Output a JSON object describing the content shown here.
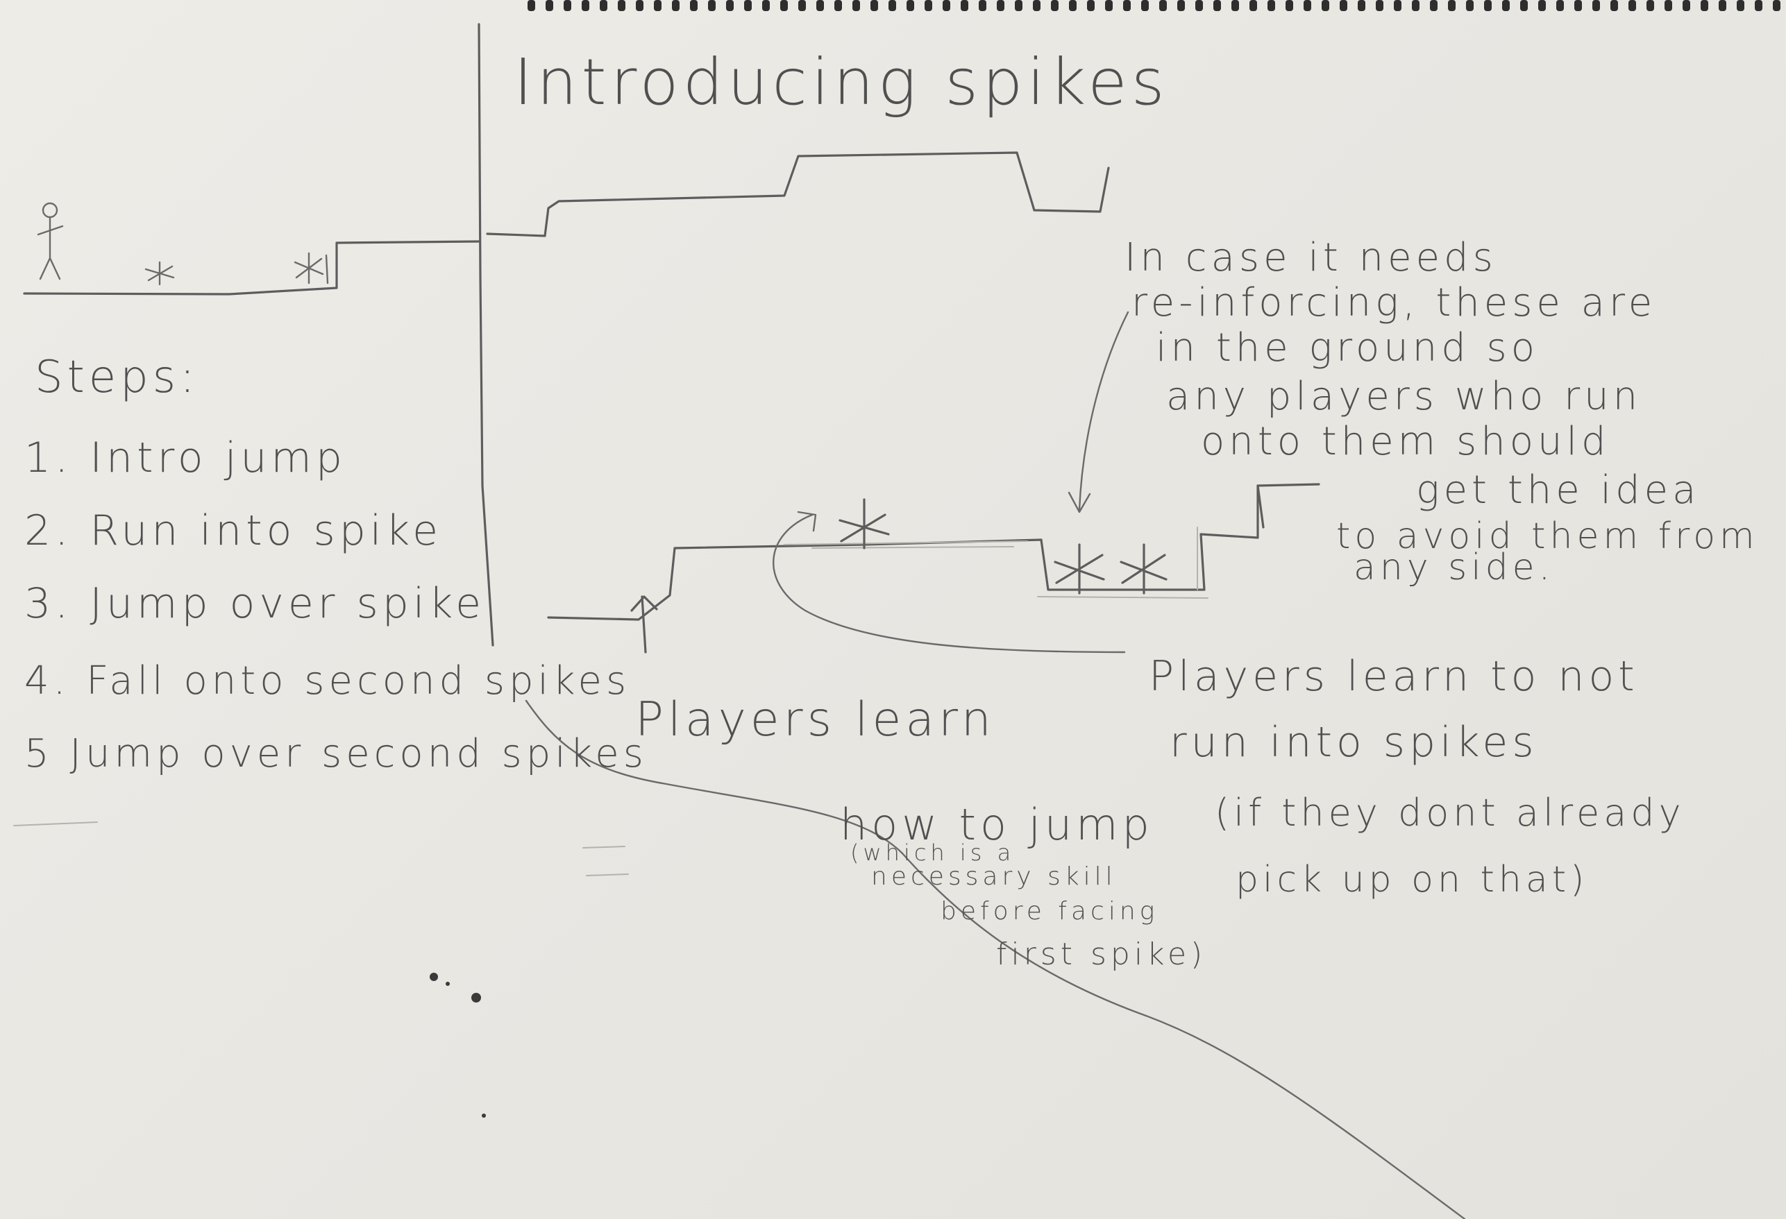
{
  "title": "Introducing spikes",
  "steps": {
    "heading": "Steps:",
    "items": [
      "1. Intro jump",
      "2. Run into spike",
      "3. Jump over spike",
      "4. Fall onto second spikes",
      "5 Jump over second spikes"
    ]
  },
  "annotations": {
    "reinforcing_note": [
      "In case it needs",
      "re-inforcing, these are",
      "in the ground so",
      "any players who run",
      "onto them should",
      "get the idea",
      "to avoid them from",
      "any side."
    ],
    "learn_jump": {
      "main": [
        "Players learn",
        "how to jump"
      ],
      "aside": [
        "(which is a",
        "necessary skill",
        "before facing",
        "first spike)"
      ]
    },
    "learn_spikes": [
      "Players learn to not",
      "run into spikes",
      "(if they dont already",
      "pick up on that)"
    ]
  }
}
